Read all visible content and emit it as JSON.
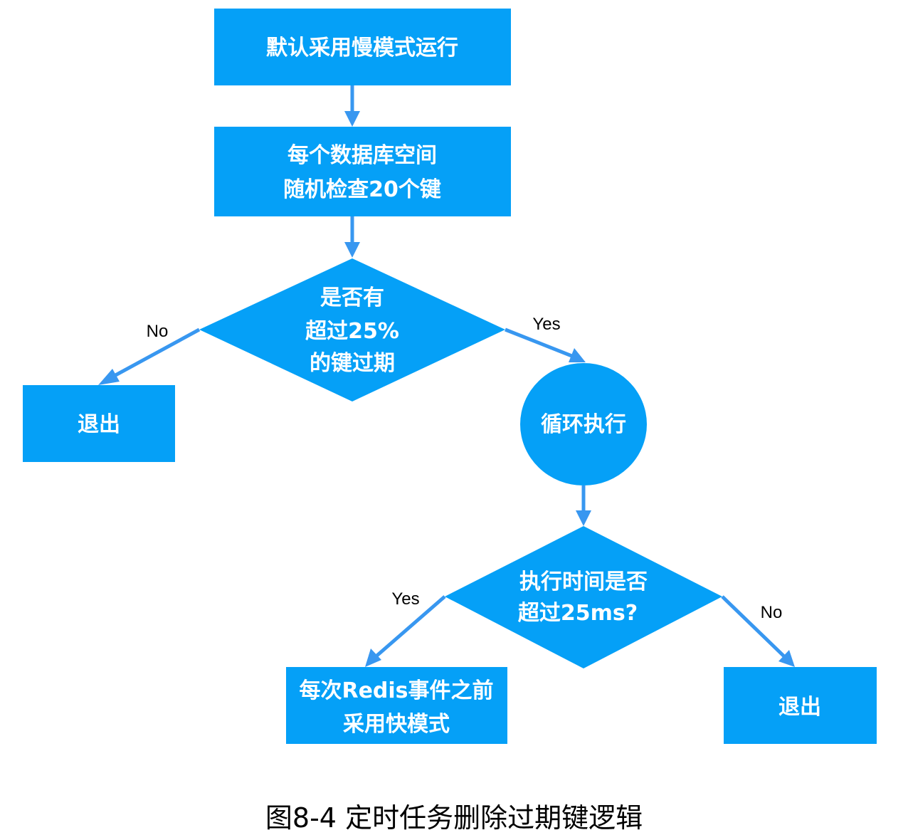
{
  "colors": {
    "node_fill": "#05a0f7",
    "arrow": "#3897f0",
    "node_text": "#ffffff",
    "label_text": "#000000"
  },
  "nodes": {
    "slow_mode": {
      "lines": [
        "默认采用慢模式运行"
      ]
    },
    "sample_keys": {
      "lines": [
        "每个数据库空间",
        "随机检查20个键"
      ]
    },
    "decision_expired": {
      "lines": [
        "是否有",
        "超过25%",
        "的键过期"
      ]
    },
    "exit_left": {
      "lines": [
        "退出"
      ]
    },
    "loop": {
      "lines": [
        "循环执行"
      ]
    },
    "decision_time": {
      "lines": [
        "执行时间是否",
        "超过25ms?"
      ]
    },
    "fast_mode": {
      "lines": [
        "每次Redis事件之前",
        "采用快模式"
      ]
    },
    "exit_right": {
      "lines": [
        "退出"
      ]
    }
  },
  "edge_labels": {
    "expired_no": "No",
    "expired_yes": "Yes",
    "time_yes": "Yes",
    "time_no": "No"
  },
  "caption": "图8-4  定时任务删除过期键逻辑"
}
